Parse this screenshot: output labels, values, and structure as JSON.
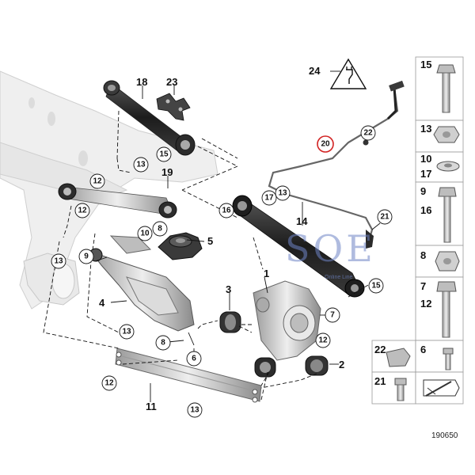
{
  "diagram": {
    "reference_number": "190650",
    "watermark": {
      "text": "SOE",
      "subtext": "Online Line"
    }
  },
  "callouts": {
    "c1": "1",
    "c2": "2",
    "c3": "3",
    "c4": "4",
    "c5": "5",
    "c6": "6",
    "c7": "7",
    "c8": "8",
    "c8b": "8",
    "c9": "9",
    "c10": "10",
    "c11": "11",
    "c12": "12",
    "c12b": "12",
    "c12c": "12",
    "c12d": "12",
    "c13": "13",
    "c13b": "13",
    "c13c": "13",
    "c13d": "13",
    "c13e": "13",
    "c14": "14",
    "c15": "15",
    "c15b": "15",
    "c16": "16",
    "c17": "17",
    "c18": "18",
    "c19": "19",
    "c20": "20",
    "c21": "21",
    "c22": "22",
    "c23": "23",
    "c24": "24"
  },
  "side_panel": {
    "rows": [
      {
        "a": "15",
        "b": ""
      },
      {
        "a": "13",
        "b": ""
      },
      {
        "a": "10",
        "b": "17"
      },
      {
        "a": "9",
        "b": "16"
      },
      {
        "a": "8",
        "b": ""
      },
      {
        "a": "7",
        "b": "12"
      }
    ],
    "bottom": {
      "a": "22",
      "b": "6",
      "c": "21"
    }
  },
  "colors": {
    "line": "#111111",
    "highlight_ring": "#d22222",
    "watermark": "#6e84c6"
  }
}
